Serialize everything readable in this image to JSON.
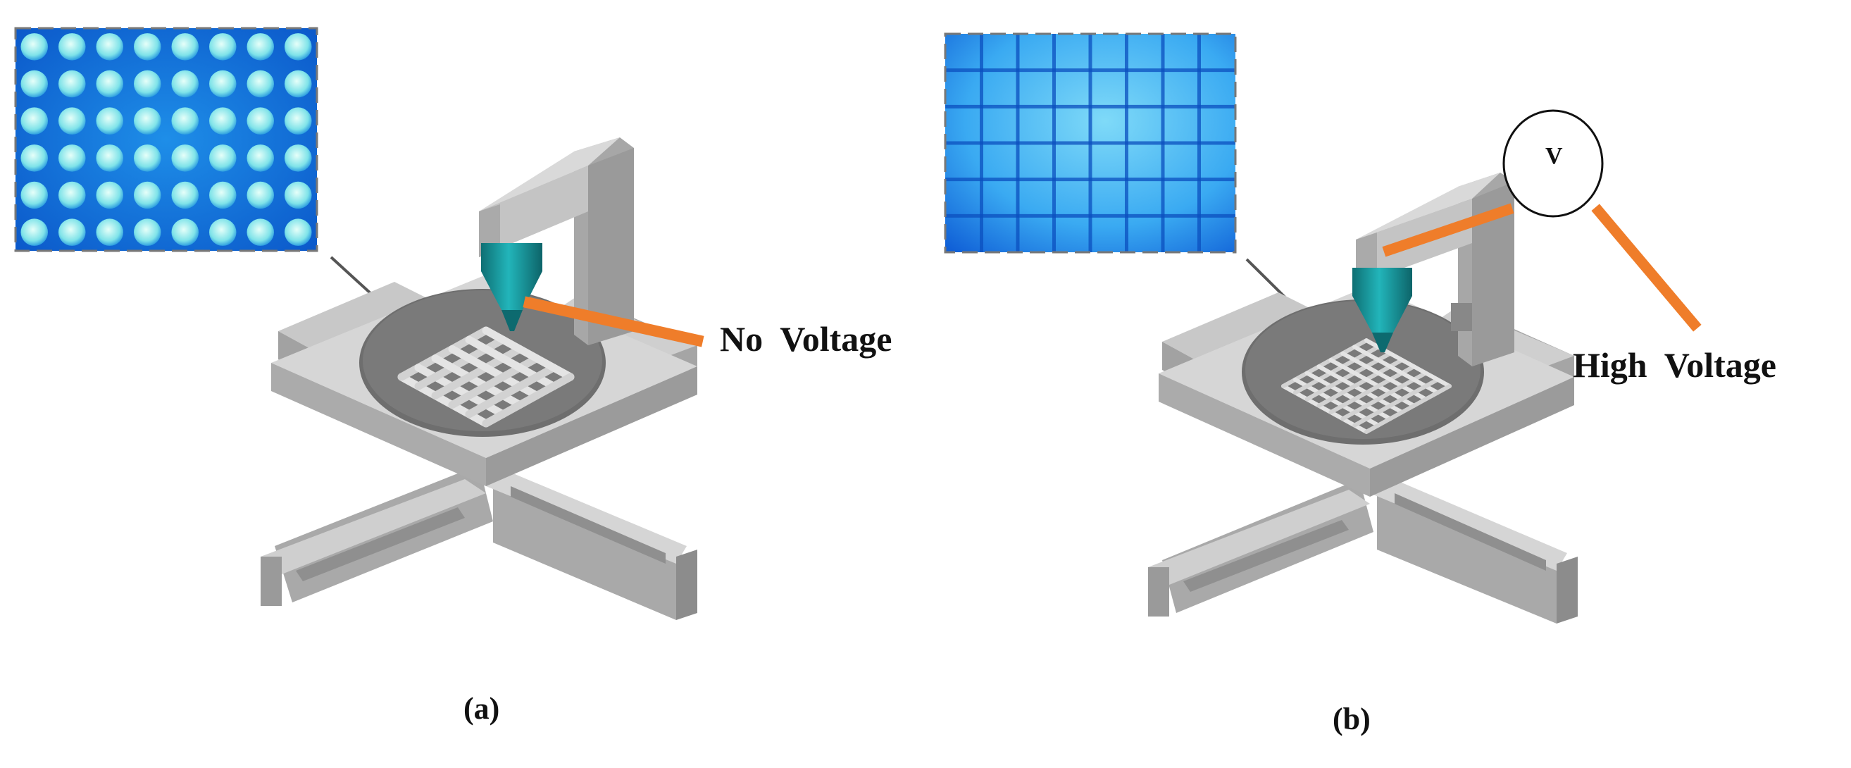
{
  "panels": [
    {
      "id": "a",
      "caption": "(a)",
      "callout": "No  Voltage",
      "inset_pattern": "circular-pores",
      "base_color": "#b9b9b9",
      "nozzle_color": "#1aa3a8",
      "wire_color": "#ef7d2a",
      "inset_color": "#1f8fe6"
    },
    {
      "id": "b",
      "caption": "(b)",
      "callout": "High  Voltage",
      "voltmeter_symbol": "V",
      "inset_pattern": "square-grid",
      "base_color": "#b9b9b9",
      "nozzle_color": "#1aa3a8",
      "wire_color": "#ef7d2a",
      "inset_color": "#2c9cf0"
    }
  ]
}
